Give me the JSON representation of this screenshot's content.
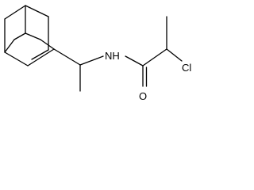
{
  "molecule": {
    "atoms": {
      "nitrogen": "NH",
      "oxygen": "O",
      "chlorine": "Cl"
    },
    "colors": {
      "bond": "#000000",
      "label": "#000000",
      "background": "#ffffff"
    }
  }
}
